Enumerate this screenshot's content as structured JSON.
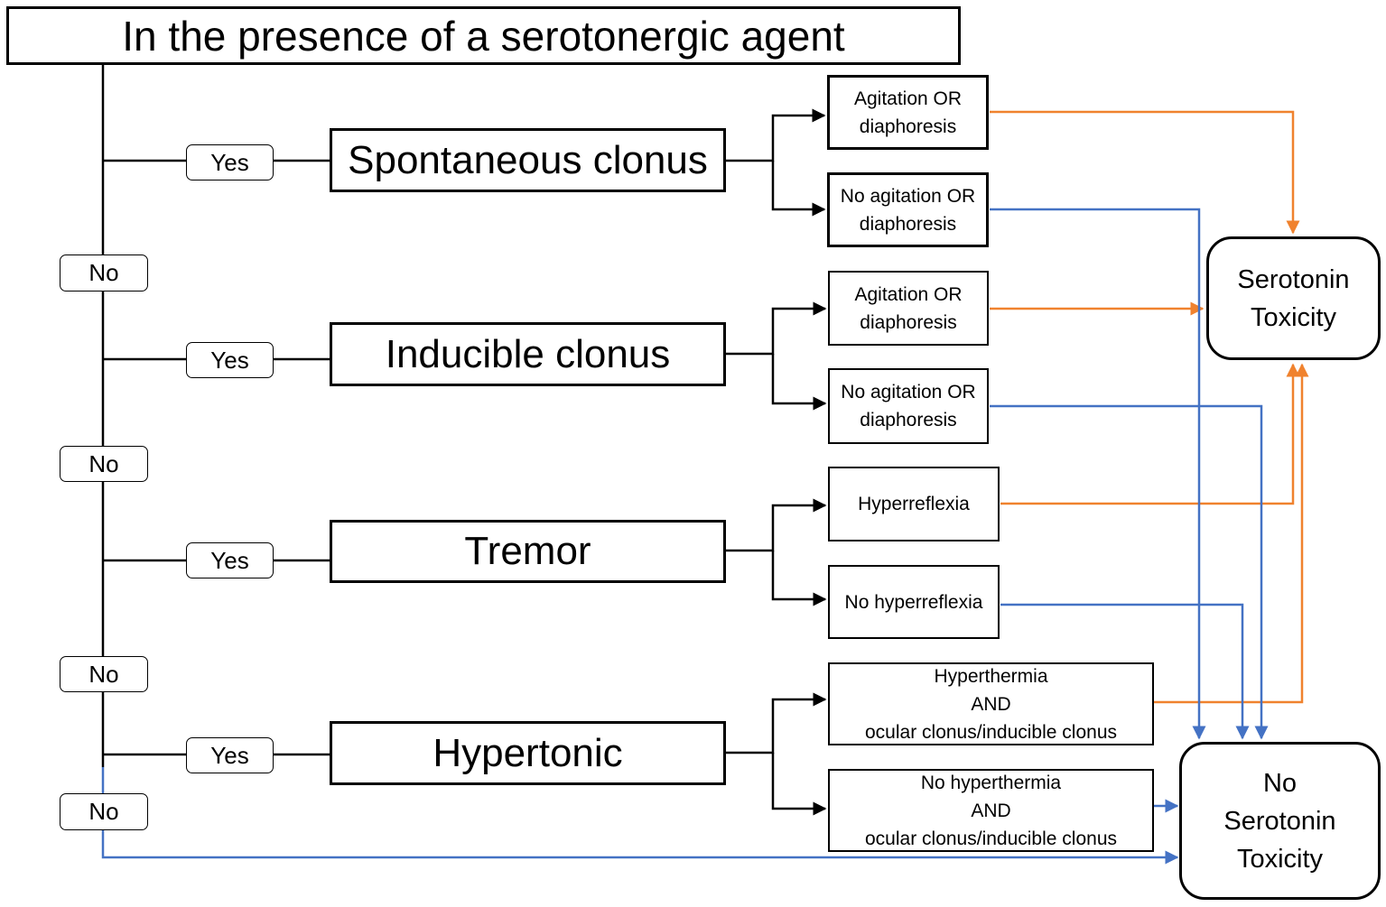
{
  "title": "In the presence of a serotonergic agent",
  "criteria": [
    {
      "label": "Spontaneous clonus"
    },
    {
      "label": "Inducible clonus"
    },
    {
      "label": "Tremor"
    },
    {
      "label": "Hypertonic"
    }
  ],
  "yes_label": "Yes",
  "no_label": "No",
  "features": [
    "Agitation OR\ndiaphoresis",
    "No agitation OR\ndiaphoresis",
    "Agitation OR\ndiaphoresis",
    "No agitation OR\ndiaphoresis",
    "Hyperreflexia",
    "No hyperreflexia",
    "Hyperthermia\nAND\nocular clonus/inducible clonus",
    "No hyperthermia\nAND\nocular clonus/inducible clonus"
  ],
  "outcomes": {
    "positive": "Serotonin\nToxicity",
    "negative": "No\nSerotonin\nToxicity"
  },
  "colors": {
    "positive_path": "#f0822e",
    "negative_path": "#4472c4",
    "line": "#000000"
  }
}
